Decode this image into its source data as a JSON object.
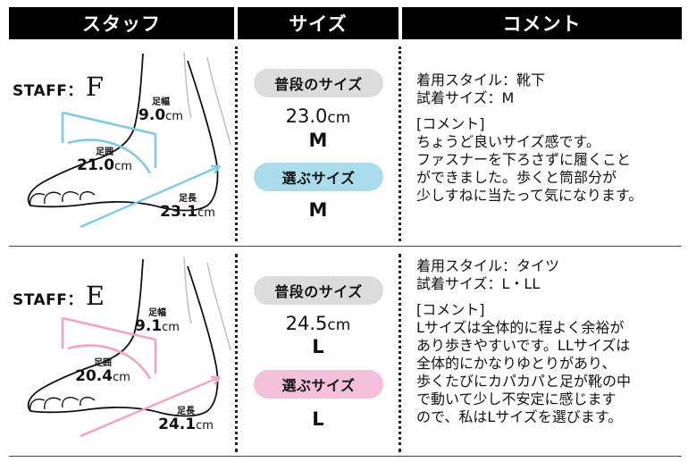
{
  "headers": {
    "staff": "スタッフ",
    "size": "サイズ",
    "comment": "コメント"
  },
  "colors": {
    "accent_f": "#7fc9e3",
    "accent_e": "#f0a3c7",
    "pill_gray": "#dcdcdc",
    "pill_blue": "#aadcec",
    "pill_pink": "#f5c1da"
  },
  "staff_f": {
    "label": "STAFF：",
    "letter": "F",
    "width_name": "足幅",
    "width_value": "9.0",
    "width_unit": "cm",
    "girth_name": "足囲",
    "girth_value": "21.0",
    "girth_unit": "cm",
    "length_name": "足長",
    "length_value": "23.1",
    "length_unit": "cm",
    "usual_label": "普段のサイズ",
    "usual_size": "23.0",
    "usual_unit": "cm",
    "usual_letter": "M",
    "chosen_label": "選ぶサイズ",
    "chosen_size": "M",
    "comment_lines": [
      "着用スタイル：靴下",
      "試着サイズ：M",
      "[コメント]",
      "ちょうど良いサイズ感です。",
      "ファスナーを下ろさずに履くこと",
      "ができました。歩くと筒部分が",
      "少しすねに当たって気になります。"
    ]
  },
  "staff_e": {
    "label": "STAFF：",
    "letter": "E",
    "width_name": "足幅",
    "width_value": "9.1",
    "width_unit": "cm",
    "girth_name": "足囲",
    "girth_value": "20.4",
    "girth_unit": "cm",
    "length_name": "足長",
    "length_value": "24.1",
    "length_unit": "cm",
    "usual_label": "普段のサイズ",
    "usual_size": "24.5",
    "usual_unit": "cm",
    "usual_letter": "L",
    "chosen_label": "選ぶサイズ",
    "chosen_size": "L",
    "comment_lines": [
      "着用スタイル：タイツ",
      "試着サイズ：L・LL",
      "[コメント]",
      "Lサイズは全体的に程よく余裕が",
      "あり歩きやすいです。LLサイズは",
      "全体的にかなりゆとりがあり、",
      "歩くたびにカパカパと足が靴の中",
      "で動いて少し不安定に感じます",
      "ので、私はLサイズを選びます。"
    ]
  }
}
